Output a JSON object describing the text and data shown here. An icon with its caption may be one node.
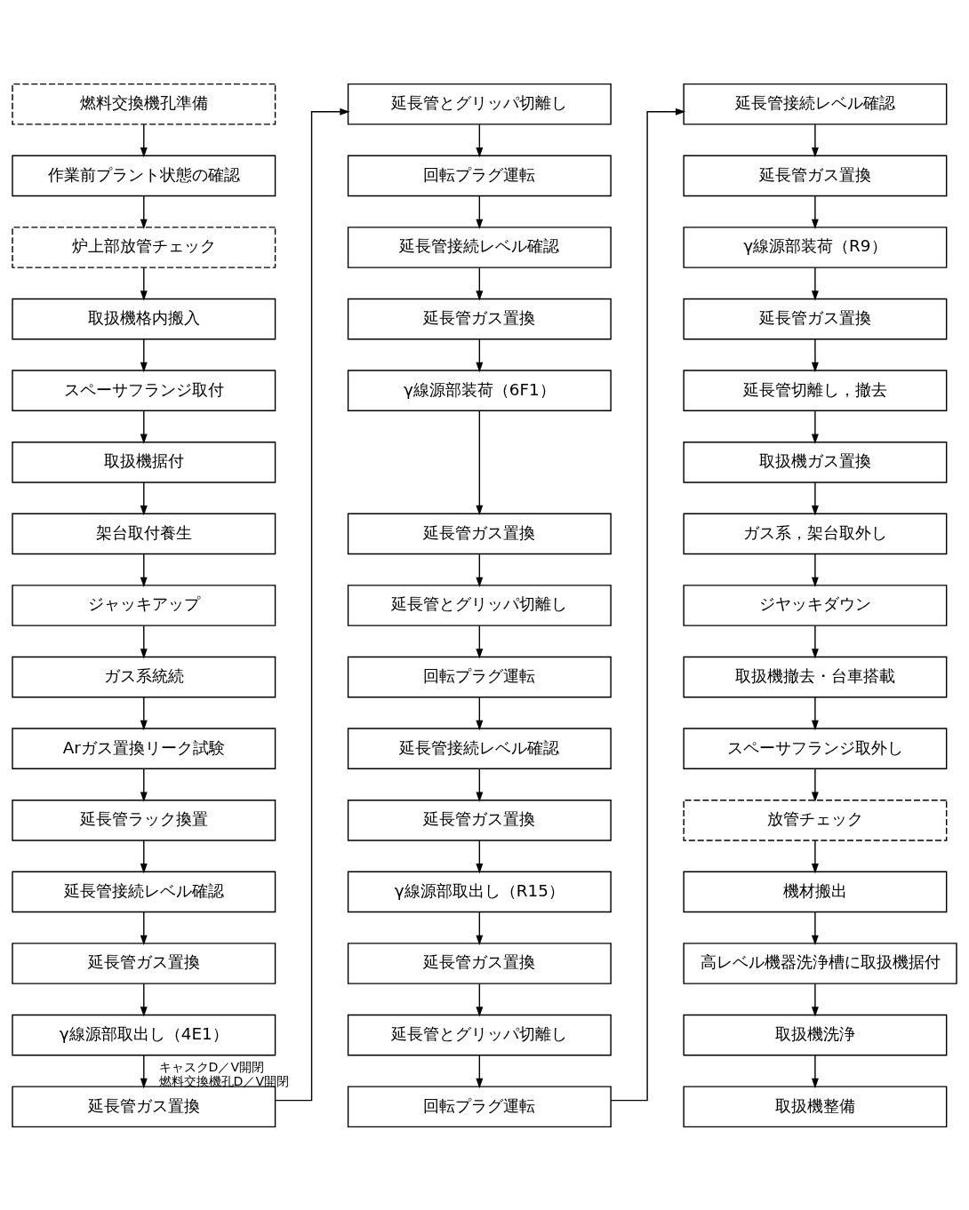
{
  "diagram": {
    "nodes": [
      {
        "text": [
          "燃料交換機孔準備"
        ]
      },
      {
        "text": [
          "作業前プラント状態の確認"
        ]
      },
      {
        "text": [
          "炉上部放管チェック"
        ]
      },
      {
        "text": [
          "取扱機格内搬入"
        ]
      },
      {
        "text": [
          "スペーサフランジ取付"
        ]
      },
      {
        "text": [
          "取扱機据付"
        ]
      },
      {
        "text": [
          "架台取付養生"
        ]
      },
      {
        "text": [
          "ジャッキアップ"
        ]
      },
      {
        "text": [
          "ガス系統続"
        ]
      },
      {
        "text": [
          "Arガス置換リーク試験"
        ]
      },
      {
        "text": [
          "延長管ラック換置"
        ]
      },
      {
        "text": [
          "延長管接続レベル確認"
        ]
      },
      {
        "text": [
          "延長管ガス置換"
        ]
      },
      {
        "text": [
          "γ線源部取出し（4E1）"
        ]
      },
      {
        "text": [
          "延長管ガス置換"
        ]
      },
      {
        "text": [
          "延長管とグリッパ切離し"
        ]
      },
      {
        "text": [
          "回転プラグ運転"
        ]
      },
      {
        "text": [
          "延長管接続レベル確認"
        ]
      },
      {
        "text": [
          "延長管ガス置換"
        ]
      },
      {
        "text": [
          "γ線源部装荷（6F1）"
        ]
      },
      {
        "text": [
          "延長管ガス置換"
        ]
      },
      {
        "text": [
          "延長管とグリッパ切離し"
        ]
      },
      {
        "text": [
          "回転プラグ運転"
        ]
      },
      {
        "text": [
          "延長管接続レベル確認"
        ]
      },
      {
        "text": [
          "延長管ガス置換"
        ]
      },
      {
        "text": [
          "γ線源部取出し（R15）"
        ]
      },
      {
        "text": [
          "延長管ガス置換"
        ]
      },
      {
        "text": [
          "延長管とグリッパ切離し"
        ]
      },
      {
        "text": [
          "回転プラグ運転"
        ]
      },
      {
        "text": [
          "延長管接続レベル確認"
        ]
      },
      {
        "text": [
          "延長管ガス置換"
        ]
      },
      {
        "text": [
          "γ線源部装荷（R9）"
        ]
      },
      {
        "text": [
          "延長管ガス置換"
        ]
      },
      {
        "text": [
          "延長管切離し，撤去"
        ]
      },
      {
        "text": [
          "取扱機ガス置換"
        ]
      },
      {
        "text": [
          "ガス系，架台取外し"
        ]
      },
      {
        "text": [
          "ジヤッキダウン"
        ]
      },
      {
        "text": [
          "取扱機撤去・台車搭載"
        ]
      },
      {
        "text": [
          "スペーサフランジ取外し"
        ]
      },
      {
        "text": [
          "放管チェック"
        ]
      },
      {
        "text": [
          "機材搬出"
        ]
      },
      {
        "text": [
          "高レベル機器洗浄槽に取扱機据付"
        ]
      },
      {
        "text": [
          "取扱機洗浄"
        ]
      },
      {
        "text": [
          "取扱機整備"
        ]
      }
    ],
    "edges": [
      {
        "from": 0,
        "to": 1,
        "arrow": "to"
      },
      {
        "from": 1,
        "to": 2,
        "arrow": "to"
      },
      {
        "from": 2,
        "to": 3,
        "arrow": "to"
      },
      {
        "from": 3,
        "to": 4,
        "arrow": "to"
      },
      {
        "from": 4,
        "to": 5,
        "arrow": "to"
      },
      {
        "from": 5,
        "to": 6,
        "arrow": "to"
      },
      {
        "from": 6,
        "to": 7,
        "arrow": "to"
      },
      {
        "from": 7,
        "to": 8,
        "arrow": "to"
      },
      {
        "from": 8,
        "to": 9,
        "arrow": "to"
      },
      {
        "from": 9,
        "to": 10,
        "arrow": "to"
      },
      {
        "from": 10,
        "to": 11,
        "arrow": "to"
      },
      {
        "from": 11,
        "to": 12,
        "arrow": "to"
      },
      {
        "from": 12,
        "to": 13,
        "arrow": "to"
      },
      {
        "from": 13,
        "to": 14,
        "arrow": "to",
        "label": "キャスクD／V開閉燃料交換機孔D／V開閉"
      },
      {
        "from": 14,
        "to": 15,
        "arrow": "to"
      },
      {
        "from": 15,
        "to": 16,
        "arrow": "to"
      },
      {
        "from": 16,
        "to": 17,
        "arrow": "to"
      },
      {
        "from": 17,
        "to": 18,
        "arrow": "to"
      },
      {
        "from": 18,
        "to": 19,
        "arrow": "to"
      },
      {
        "from": 19,
        "to": 20,
        "arrow": "to"
      },
      {
        "from": 20,
        "to": 21,
        "arrow": "to"
      },
      {
        "from": 21,
        "to": 22,
        "arrow": "to"
      },
      {
        "from": 22,
        "to": 23,
        "arrow": "to"
      },
      {
        "from": 23,
        "to": 24,
        "arrow": "to"
      },
      {
        "from": 24,
        "to": 25,
        "arrow": "to"
      },
      {
        "from": 25,
        "to": 26,
        "arrow": "to"
      },
      {
        "from": 26,
        "to": 27,
        "arrow": "to"
      },
      {
        "from": 27,
        "to": 28,
        "arrow": "to"
      },
      {
        "from": 28,
        "to": 29,
        "arrow": "to"
      },
      {
        "from": 29,
        "to": 30,
        "arrow": "to"
      },
      {
        "from": 30,
        "to": 31,
        "arrow": "to"
      },
      {
        "from": 31,
        "to": 32,
        "arrow": "to"
      },
      {
        "from": 32,
        "to": 33,
        "arrow": "to"
      },
      {
        "from": 33,
        "to": 34,
        "arrow": "to"
      },
      {
        "from": 34,
        "to": 35,
        "arrow": "to"
      },
      {
        "from": 35,
        "to": 36,
        "arrow": "to"
      },
      {
        "from": 36,
        "to": 37,
        "arrow": "to"
      },
      {
        "from": 37,
        "to": 38,
        "arrow": "to"
      },
      {
        "from": 38,
        "to": 39,
        "arrow": "to"
      },
      {
        "from": 39,
        "to": 40,
        "arrow": "to"
      },
      {
        "from": 40,
        "to": 41,
        "arrow": "to"
      },
      {
        "from": 41,
        "to": 42,
        "arrow": "to"
      },
      {
        "from": 42,
        "to": 43,
        "arrow": "to"
      }
    ]
  }
}
